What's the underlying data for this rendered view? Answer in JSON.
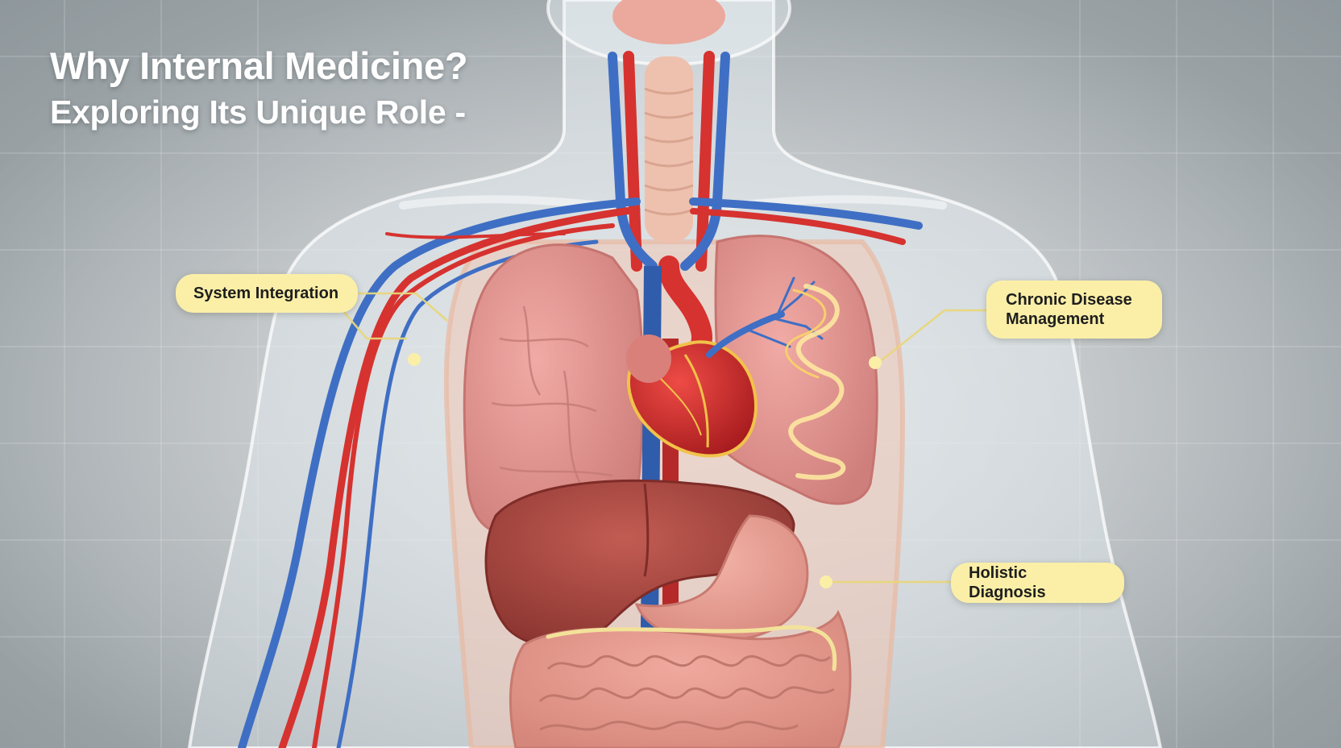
{
  "title": {
    "line1": "Why Internal Medicine?",
    "line2": "Exploring Its Unique Role -"
  },
  "callouts": {
    "system_integration": "System Integration",
    "chronic_disease_line1": "Chronic Disease",
    "chronic_disease_line2": "Management",
    "holistic_diagnosis": "Holistic Diagnosis"
  },
  "colors": {
    "callout_fill": "#fbefa7",
    "callout_line": "#e8d67a",
    "artery": "#d6322f",
    "vein": "#3f6fc4",
    "lung": "#e3928f",
    "liver": "#a8443d",
    "heart": "#c8282a",
    "intestine": "#e89a8f",
    "body_glow": "#eef4f8"
  }
}
